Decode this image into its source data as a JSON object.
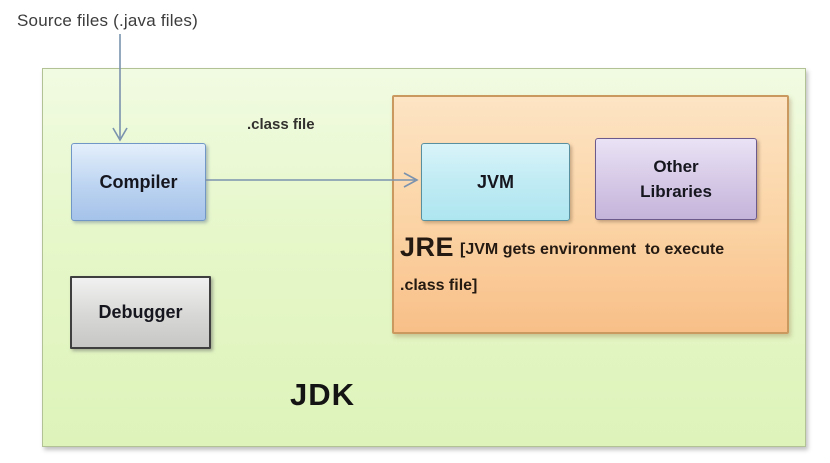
{
  "diagram": {
    "source_files_label": "Source files (.java files)",
    "class_file_label": ".class file",
    "nodes": {
      "compiler": "Compiler",
      "jvm": "JVM",
      "other_libraries": "Other Libraries",
      "debugger": "Debugger"
    },
    "containers": {
      "jdk_label": "JDK",
      "jre_label": "JRE",
      "jre_note_line1": "[JVM gets environment  to execute",
      "jre_note_line2": ".class file]"
    },
    "colors": {
      "jdk_fill": "#e6f7c9",
      "jdk_border": "#b2c295",
      "jre_fill": "#fbd3a4",
      "jre_border": "#c9995f",
      "compiler_fill": "#bcd4f1",
      "compiler_border": "#7097c6",
      "jvm_fill": "#c0ebf4",
      "jvm_border": "#58909f",
      "other_libraries_fill": "#d5c8e6",
      "other_libraries_border": "#6d5a8c",
      "debugger_fill": "#d7d7d5",
      "debugger_border": "#3f3f3f",
      "arrow": "#7a92ae",
      "text": "#241a12"
    }
  }
}
